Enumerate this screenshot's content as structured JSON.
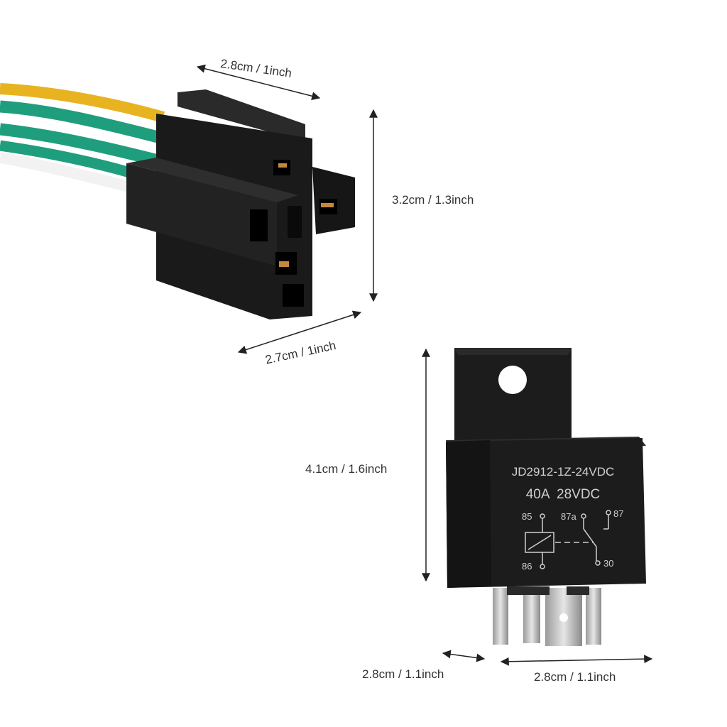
{
  "socket": {
    "dims": {
      "top_width": "2.8cm / 1inch",
      "height": "3.2cm / 1.3inch",
      "bottom_width": "2.7cm / 1inch"
    },
    "wire_colors": [
      "#e8b320",
      "#1f9e7d",
      "#1f9e7d",
      "#1f9e7d",
      "#f2f2f2"
    ],
    "body_color": "#1a1a1a"
  },
  "relay": {
    "model": "JD2912-1Z-24VDC",
    "rating": "40A  28VDC",
    "pins": {
      "p85": "85",
      "p86": "86",
      "p87a": "87a",
      "p87": "87",
      "p30": "30"
    },
    "dims": {
      "height": "4.1cm / 1.6inch",
      "bottom_left": "2.8cm / 1.1inch",
      "bottom_right": "2.8cm / 1.1inch"
    },
    "body_color": "#1c1c1c"
  }
}
